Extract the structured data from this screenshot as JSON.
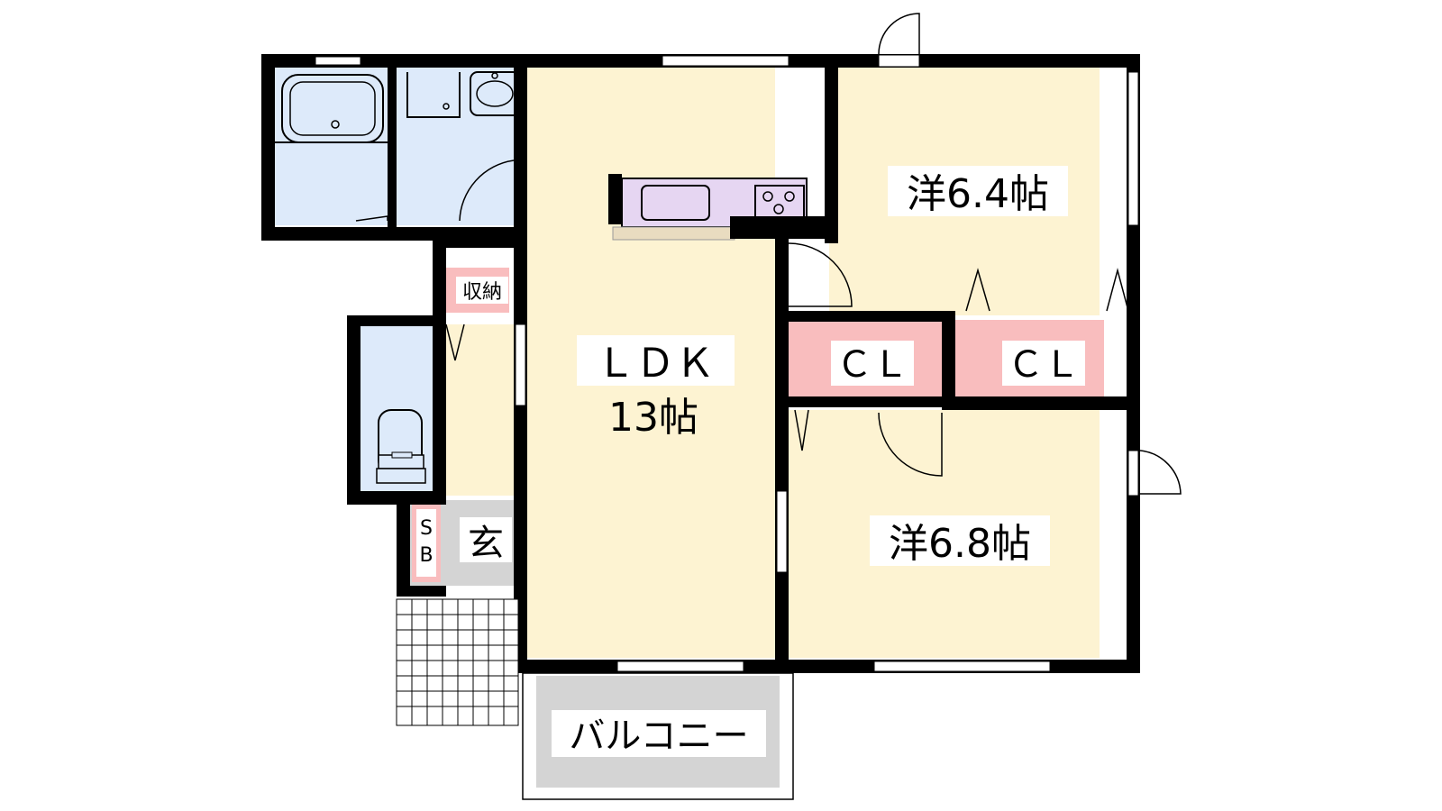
{
  "floorplan": {
    "ldk_label": "ＬＤＫ",
    "ldk_size": "13帖",
    "western1": "洋6.4帖",
    "western2": "洋6.8帖",
    "closet1": "ＣＬ",
    "closet2": "ＣＬ",
    "storage": "収納",
    "entrance": "玄",
    "shoebox": [
      "S",
      "B"
    ],
    "balcony": "バルコニー"
  },
  "colors": {
    "room": "#fdf3d2",
    "wet": "#ddeafa",
    "closet": "#f9bdbe",
    "kitchen": "#e6d6f2",
    "floor_gray": "#d4d4d4",
    "wall": "#000000"
  }
}
